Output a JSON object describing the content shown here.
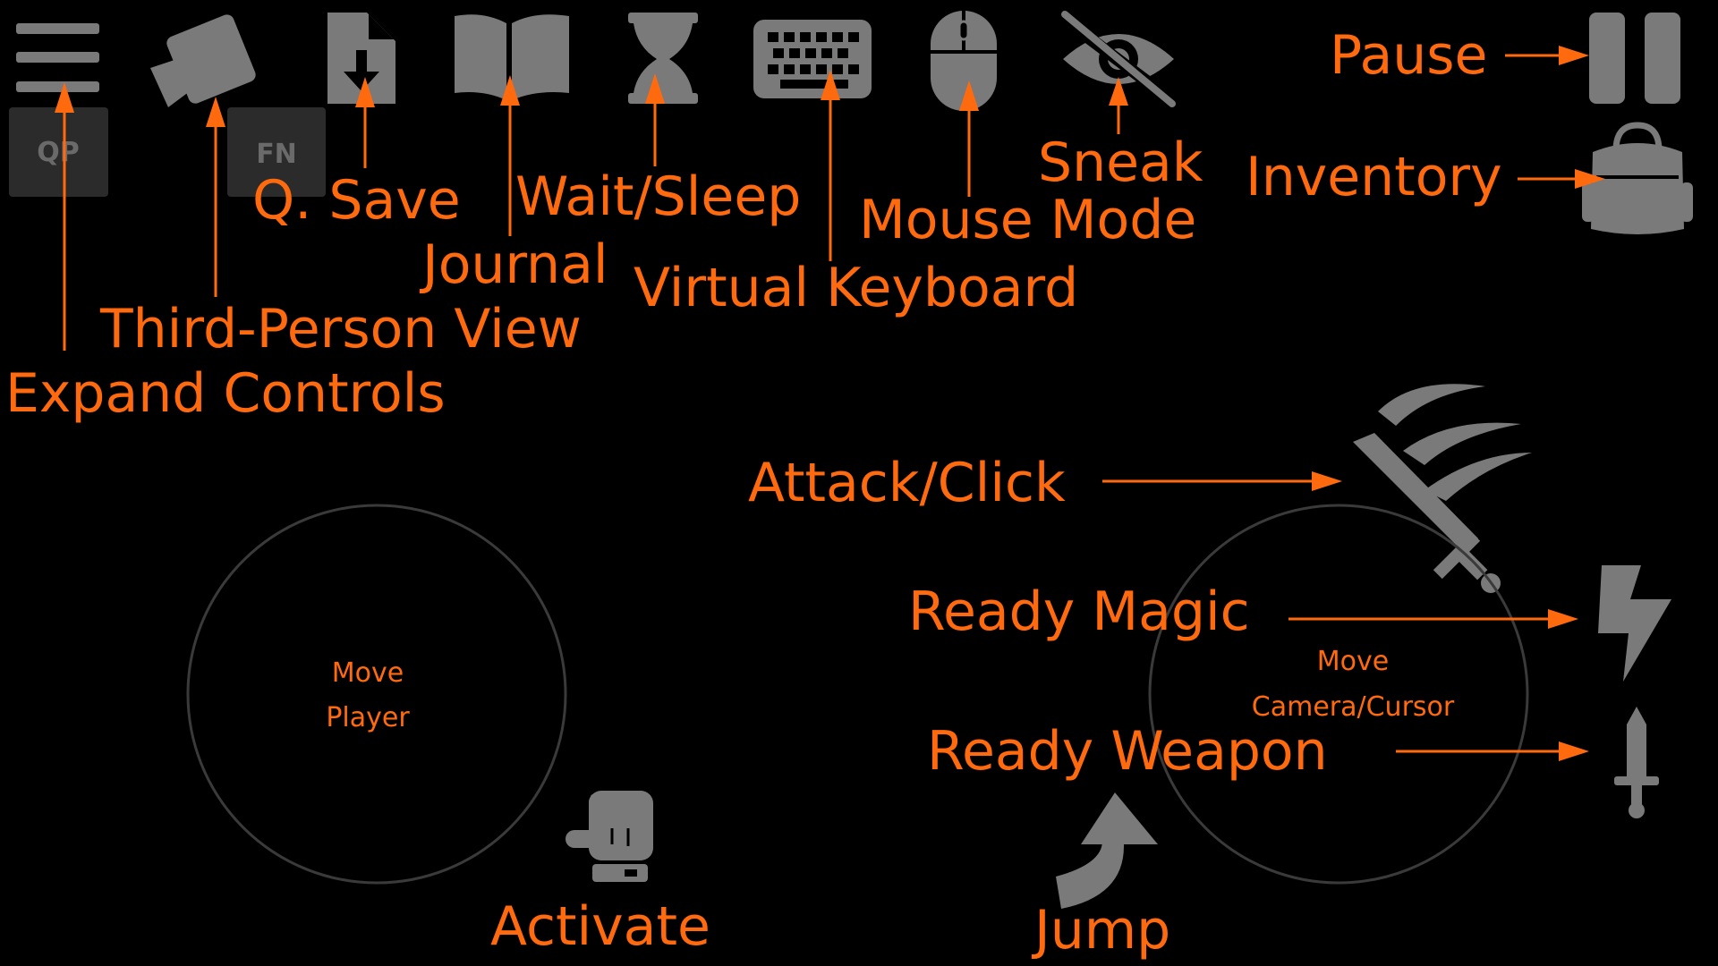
{
  "colors": {
    "background": "#000000",
    "label": "#ff6a0e",
    "icon": "#7a7a7a",
    "ring": "#3a3a3a",
    "square": "#2b2b2b"
  },
  "buttons": {
    "qp": "QP",
    "fn": "FN"
  },
  "labels": {
    "expand_controls": "Expand Controls",
    "third_person_view": "Third-Person View",
    "quick_save": "Q. Save",
    "journal": "Journal",
    "wait_sleep": "Wait/Sleep",
    "virtual_keyboard": "Virtual Keyboard",
    "mouse_mode": "Mouse Mode",
    "sneak_mode": "Sneak",
    "sneak_mode_2": "Mode",
    "pause": "Pause",
    "inventory": "Inventory",
    "attack_click": "Attack/Click",
    "ready_magic": "Ready Magic",
    "ready_weapon": "Ready Weapon",
    "activate": "Activate",
    "jump": "Jump"
  },
  "sticks": {
    "left_line1": "Move",
    "left_line2": "Player",
    "right_line1": "Move",
    "right_line2": "Camera/Cursor"
  },
  "icons": [
    "menu-icon",
    "camera-icon",
    "save-icon",
    "book-icon",
    "hourglass-icon",
    "keyboard-icon",
    "mouse-icon",
    "eye-slash-icon",
    "pause-icon",
    "backpack-icon",
    "sword-slash-icon",
    "lightning-icon",
    "dagger-icon",
    "pointing-hand-icon",
    "jump-arrow-icon"
  ]
}
